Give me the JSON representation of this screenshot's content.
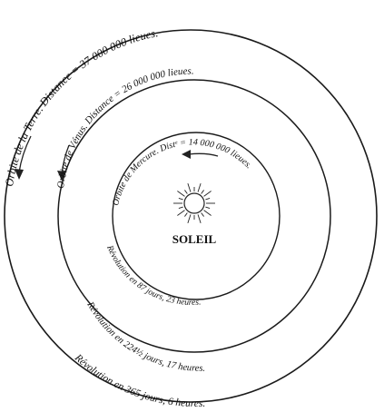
{
  "diagram": {
    "center_label": "SOLEIL",
    "orbits": [
      {
        "name": "Terre",
        "label": "Orbite de la Terre. Distance = 37 000 000 lieues.",
        "revolution": "Révolution en 365 jours, 6 heures."
      },
      {
        "name": "Vénus",
        "label": "Orbite de Vénus. Distance = 26 000 000 lieues.",
        "revolution": "Révolution en 224½ jours, 17 heures."
      },
      {
        "name": "Mercure",
        "label": "Orbite de Mercure. Distᵉ = 14 000 000 lieues.",
        "revolution": "Révolution en 87 jours, 23 heures."
      }
    ]
  }
}
